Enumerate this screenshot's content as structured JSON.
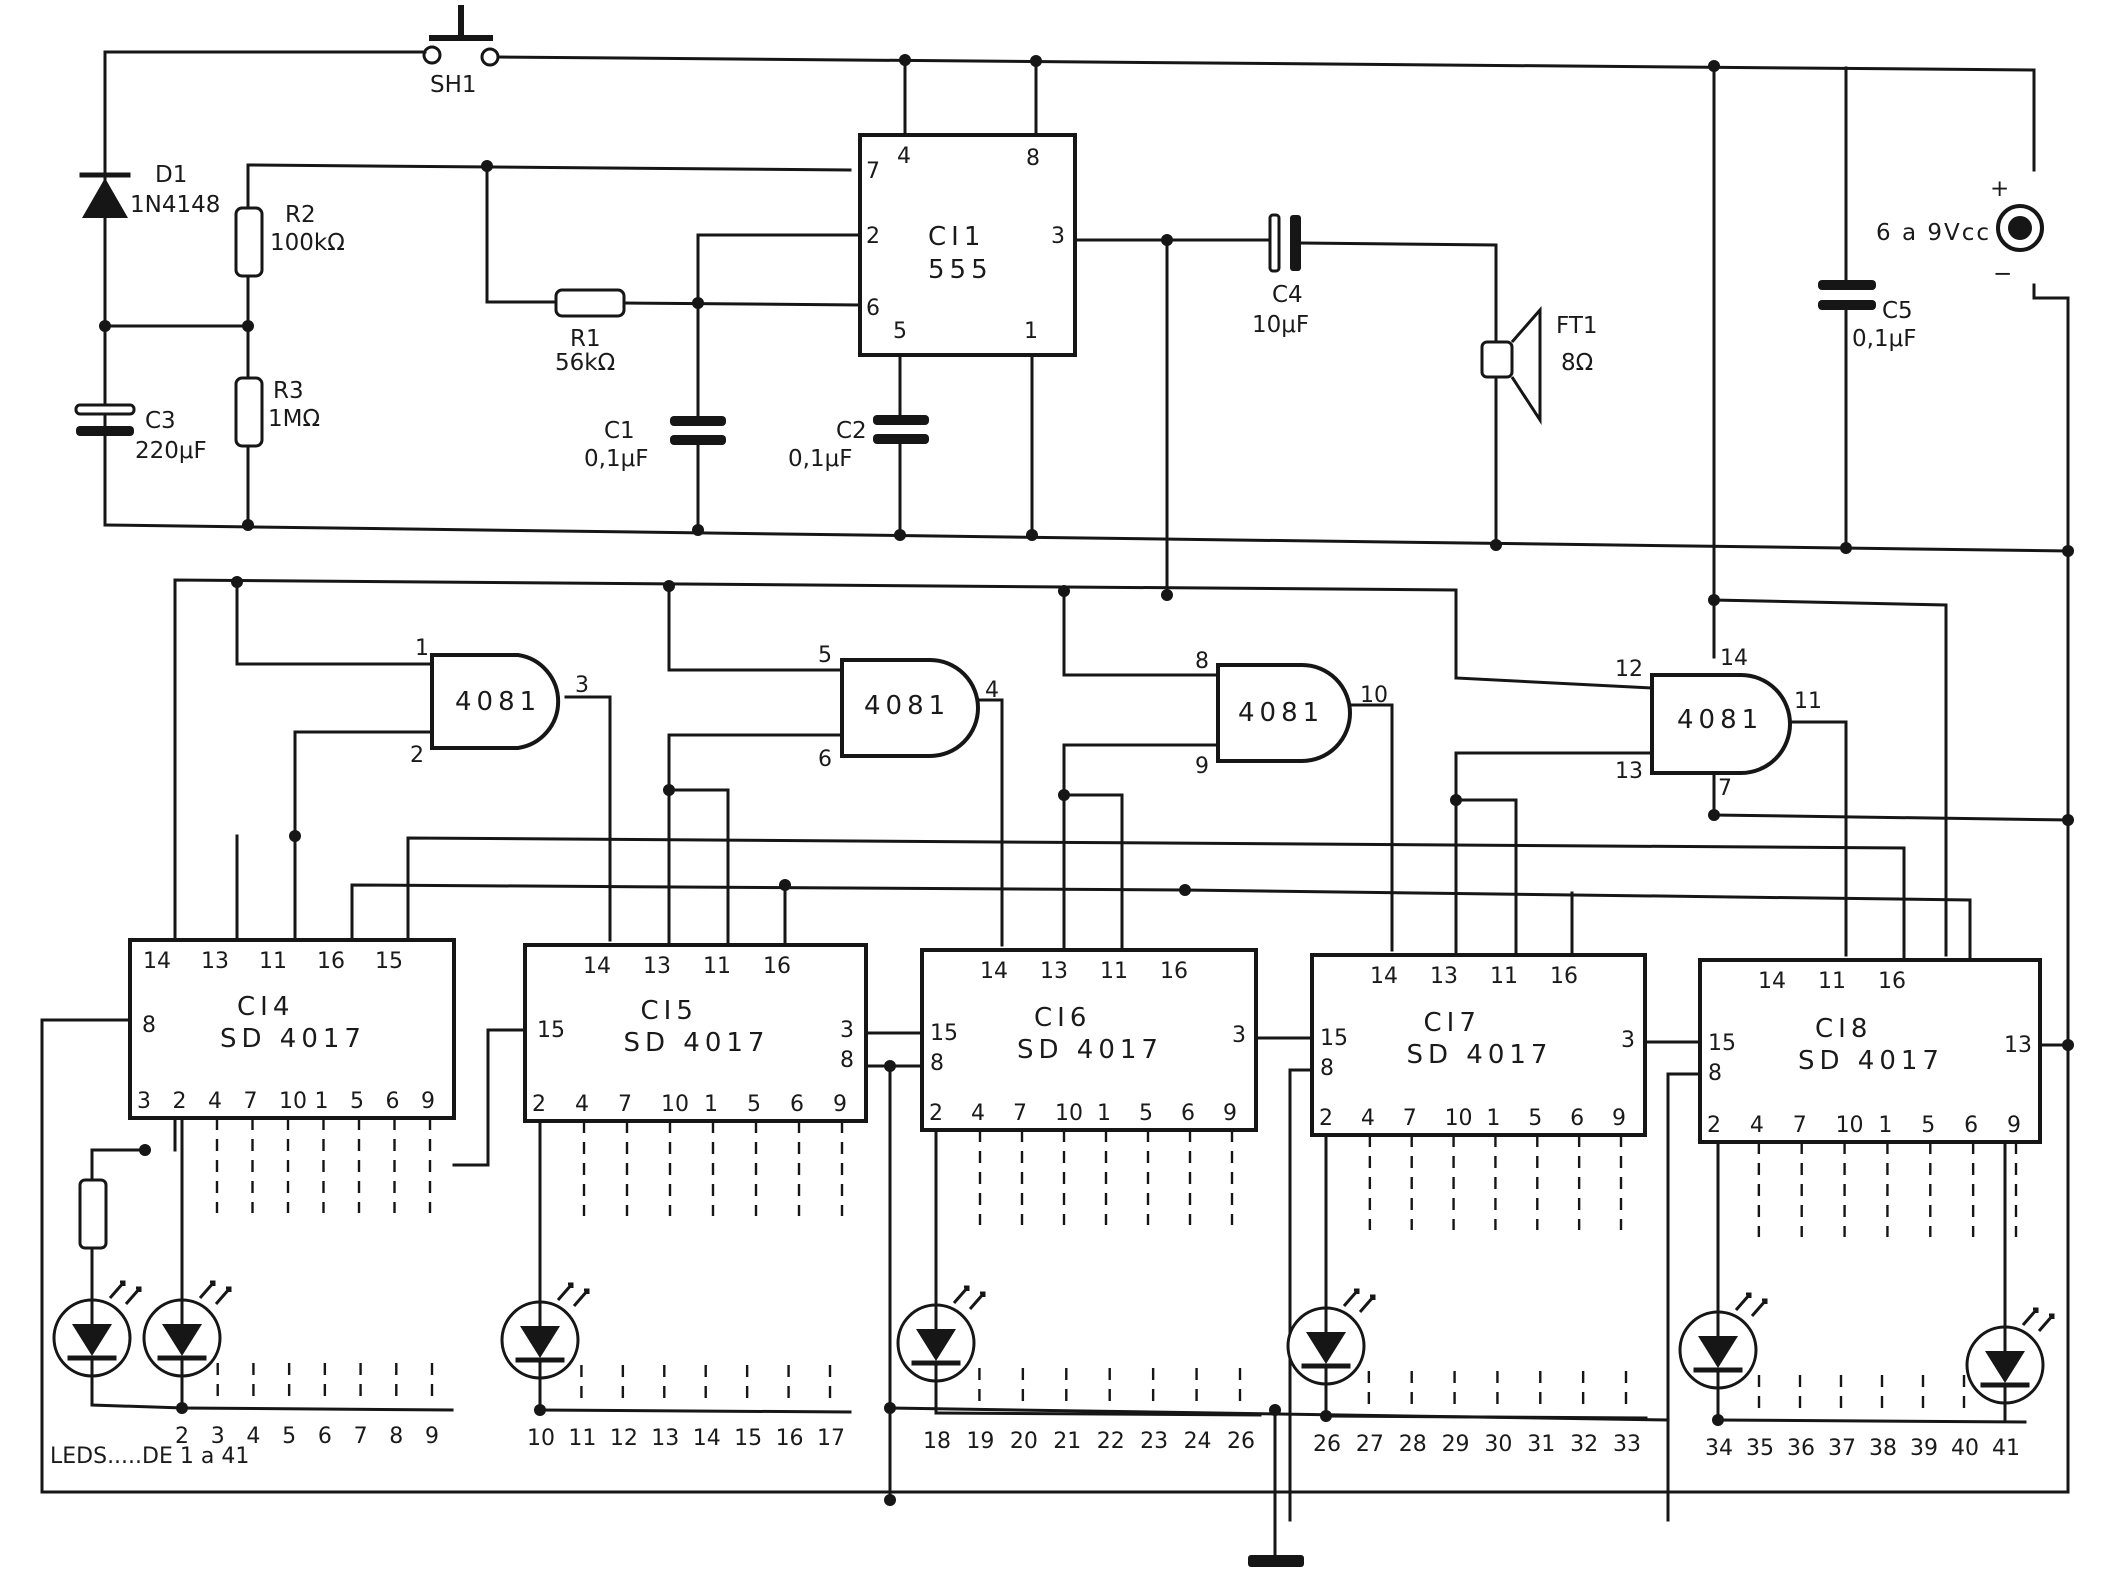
{
  "switch": {
    "ref": "SH1"
  },
  "d1": {
    "ref": "D1",
    "value": "1N4148"
  },
  "r2": {
    "ref": "R2",
    "value": "100kΩ"
  },
  "r3": {
    "ref": "R3",
    "value": "1MΩ"
  },
  "c3": {
    "ref": "C3",
    "value": "220μF"
  },
  "r1": {
    "ref": "R1",
    "value": "56kΩ"
  },
  "c1": {
    "ref": "C1",
    "value": "0,1μF"
  },
  "c2": {
    "ref": "C2",
    "value": "0,1μF"
  },
  "ci1": {
    "ref": "CI1",
    "value": "555",
    "pins": [
      "4",
      "8",
      "7",
      "2",
      "6",
      "5",
      "1",
      "3"
    ]
  },
  "c4": {
    "ref": "C4",
    "value": "10μF"
  },
  "ft1": {
    "ref": "FT1",
    "value": "8Ω"
  },
  "c5": {
    "ref": "C5",
    "value": "0,1μF"
  },
  "supply": {
    "label": "6 a 9Vcc",
    "plus": "+",
    "minus": "−"
  },
  "gates": [
    {
      "label": "4081",
      "in_a": "1",
      "in_b": "2",
      "out": "3"
    },
    {
      "label": "4081",
      "in_a": "5",
      "in_b": "6",
      "out": "4"
    },
    {
      "label": "4081",
      "in_a": "8",
      "in_b": "9",
      "out": "10"
    },
    {
      "label": "4081",
      "in_a": "12",
      "in_b": "13",
      "out": "11",
      "vdd": "14",
      "vss": "7"
    }
  ],
  "counters": [
    {
      "ref": "CI4",
      "part": "SD 4017",
      "top_pins": [
        "14",
        "13",
        "11",
        "16",
        "15"
      ],
      "left_pin": "8",
      "bottom_pins": [
        "3",
        "2",
        "4",
        "7",
        "10",
        "1",
        "5",
        "6",
        "9"
      ]
    },
    {
      "ref": "CI5",
      "part": "SD 4017",
      "top_pins": [
        "14",
        "13",
        "11",
        "16"
      ],
      "left_pin": "15",
      "right_pins": [
        "3",
        "8"
      ],
      "bottom_pins": [
        "2",
        "4",
        "7",
        "10",
        "1",
        "5",
        "6",
        "9"
      ]
    },
    {
      "ref": "CI6",
      "part": "SD 4017",
      "top_pins": [
        "14",
        "13",
        "11",
        "16"
      ],
      "left_pins": [
        "15",
        "8"
      ],
      "right_pin": "3",
      "bottom_pins": [
        "2",
        "4",
        "7",
        "10",
        "1",
        "5",
        "6",
        "9"
      ]
    },
    {
      "ref": "CI7",
      "part": "SD 4017",
      "top_pins": [
        "14",
        "13",
        "11",
        "16"
      ],
      "left_pins": [
        "15",
        "8"
      ],
      "right_pin": "3",
      "bottom_pins": [
        "2",
        "4",
        "7",
        "10",
        "1",
        "5",
        "6",
        "9"
      ]
    },
    {
      "ref": "CI8",
      "part": "SD 4017",
      "top_pins": [
        "14",
        "11",
        "16"
      ],
      "left_pins": [
        "15",
        "8"
      ],
      "right_pin": "13",
      "bottom_pins": [
        "2",
        "4",
        "7",
        "10",
        "1",
        "5",
        "6",
        "9"
      ]
    }
  ],
  "led_rows": [
    [
      "2",
      "3",
      "4",
      "5",
      "6",
      "7",
      "8",
      "9"
    ],
    [
      "10",
      "11",
      "12",
      "13",
      "14",
      "15",
      "16",
      "17"
    ],
    [
      "18",
      "19",
      "20",
      "21",
      "22",
      "23",
      "24",
      "26"
    ],
    [
      "26",
      "27",
      "28",
      "29",
      "30",
      "31",
      "32",
      "33"
    ],
    [
      "34",
      "35",
      "36",
      "37",
      "38",
      "39",
      "40",
      "41"
    ]
  ],
  "leds_caption": "LEDS.....DE 1 a 41"
}
